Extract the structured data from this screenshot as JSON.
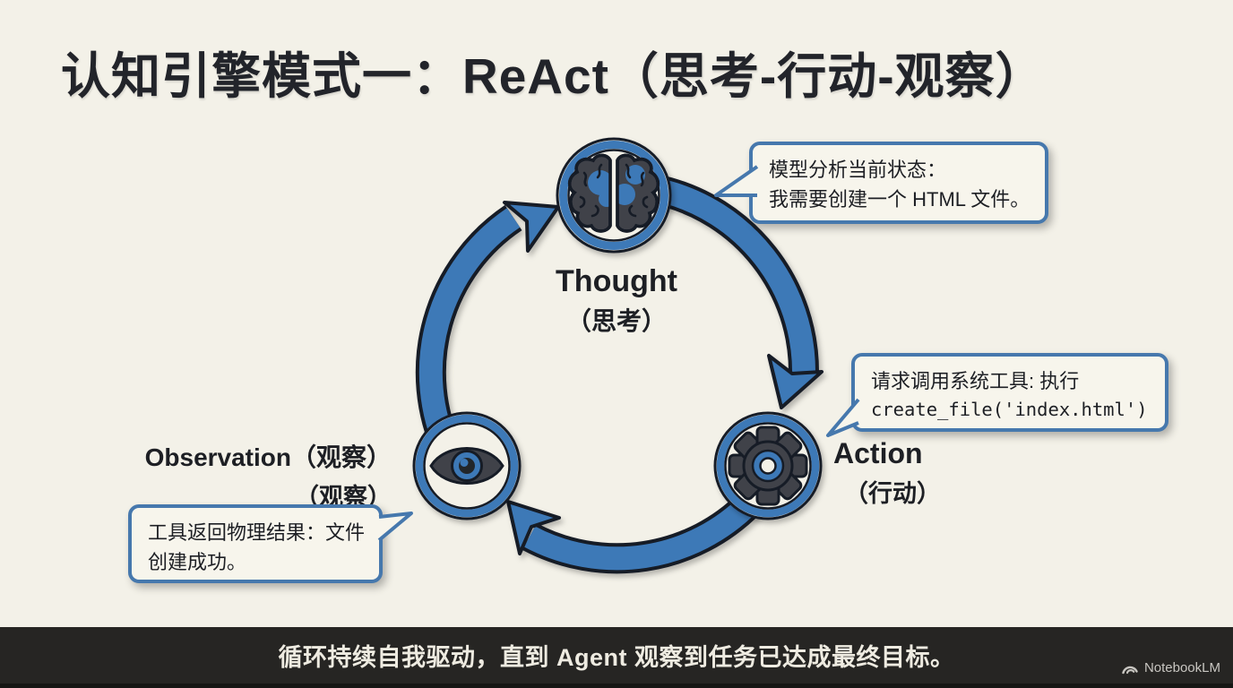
{
  "title": "认知引擎模式一：ReAct（思考-行动-观察）",
  "cycle": {
    "thought": {
      "label": "Thought",
      "sublabel": "（思考）",
      "icon": "brain-icon"
    },
    "action": {
      "label": "Action",
      "sublabel": "（行动）",
      "icon": "gear-icon"
    },
    "observation": {
      "label": "Observation（观察）",
      "sublabel": "（观察）",
      "icon": "eye-icon"
    }
  },
  "callouts": {
    "thought": {
      "line1": "模型分析当前状态：",
      "line2": "我需要创建一个 HTML 文件。"
    },
    "action": {
      "line1": "请求调用系统工具: 执行",
      "line2": "create_file('index.html')"
    },
    "observation": {
      "line1": "工具返回物理结果：文件",
      "line2": "创建成功。"
    }
  },
  "footer": {
    "text": "循环持续自我驱动，直到 Agent 观察到任务已达成最终目标。",
    "brand": "NotebookLM"
  },
  "colors": {
    "background": "#f3f1e8",
    "accent_blue": "#3e79b7",
    "outline_dark": "#151a26",
    "icon_charcoal": "#3f434a",
    "callout_bg": "#f7f5ec",
    "footer_bg": "#262523"
  }
}
